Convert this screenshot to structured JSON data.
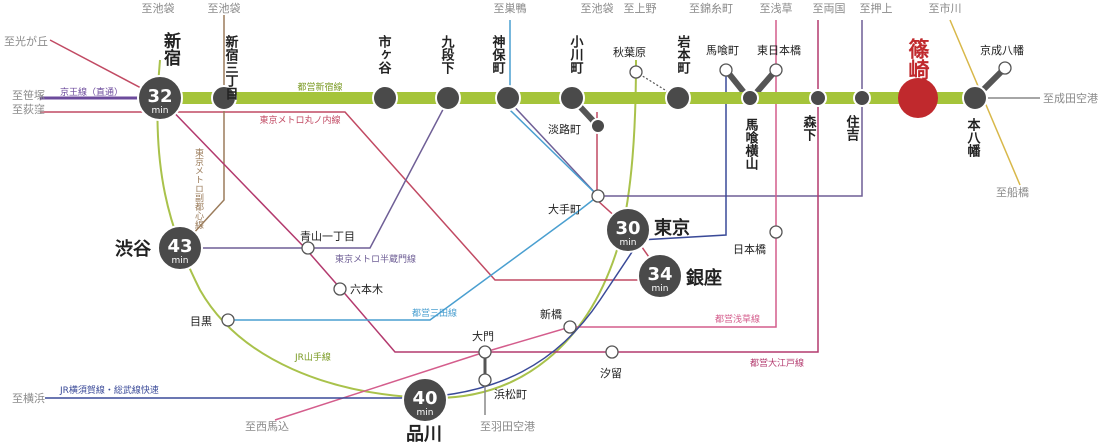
{
  "directions": {
    "ikebukuro_1": "至池袋",
    "ikebukuro_2": "至池袋",
    "sugamo": "至巣鴨",
    "ikebukuro_3": "至池袋",
    "ueno": "至上野",
    "kinshicho": "至錦糸町",
    "asakusa": "至浅草",
    "ryogoku": "至両国",
    "oshiage": "至押上",
    "ichikawa": "至市川",
    "hikarigaoka": "至光が丘",
    "sasazuka": "至笹塚",
    "ogikubo": "至荻窪",
    "narita_airport": "至成田空港",
    "funabashi": "至船橋",
    "yokohama": "至横浜",
    "nishimagome": "至西馬込",
    "haneda_airport": "至羽田空港"
  },
  "lines": {
    "toei_shinjuku": "都営新宿線",
    "keio": "京王線（直通）",
    "marunouchi": "東京メトロ丸ノ内線",
    "fukutoshin": "東京メトロ副都心線",
    "hanzomon": "東京メトロ半蔵門線",
    "mita": "都営三田線",
    "yamanote": "JR山手線",
    "asakusa": "都営浅草線",
    "oedo": "都営大江戸線",
    "yokosuka": "JR横須賀線・総武線快速"
  },
  "stations": {
    "shinjuku": "新宿",
    "sanchome": "新宿三丁目",
    "ichigaya": "市ヶ谷",
    "kudanshita": "九段下",
    "jimbocho": "神保町",
    "ogawamachi": "小川町",
    "awajicho": "淡路町",
    "akihabara": "秋葉原",
    "iwamotocho": "岩本町",
    "bakurocho": "馬喰町",
    "higashinihombashi": "東日本橋",
    "bakuroyokoyama": "馬喰横山",
    "morishita": "森下",
    "sumiyoshi": "住吉",
    "shinozaki": "篠崎",
    "keisei_yawata": "京成八幡",
    "motoyawata": "本八幡",
    "otemachi": "大手町",
    "tokyo": "東京",
    "ginza": "銀座",
    "nihombashi": "日本橋",
    "shibuya": "渋谷",
    "aoyama": "青山一丁目",
    "roppongi": "六本木",
    "meguro": "目黒",
    "shimbashi": "新橋",
    "daimon": "大門",
    "hamamatsucho": "浜松町",
    "shiodome": "汐留",
    "shinagawa": "品川"
  },
  "times": {
    "min_label": "min",
    "shinjuku": "32",
    "shibuya": "43",
    "tokyo": "30",
    "ginza": "34",
    "shinagawa": "40"
  },
  "colors": {
    "toei_shinjuku": "#a5c43a",
    "marunouchi": "#c14a63",
    "yamanote": "#a9c24b",
    "hanzomon": "#6f5f96",
    "mita": "#4a9fd0",
    "asakusa": "#d45d8c",
    "oedo": "#b33a6e",
    "fukutoshin": "#9b7c5b",
    "yokosuka": "#3a4a98",
    "keio": "#6c4b9c",
    "destination": "#c0292d",
    "station": "#4a4a4a"
  }
}
